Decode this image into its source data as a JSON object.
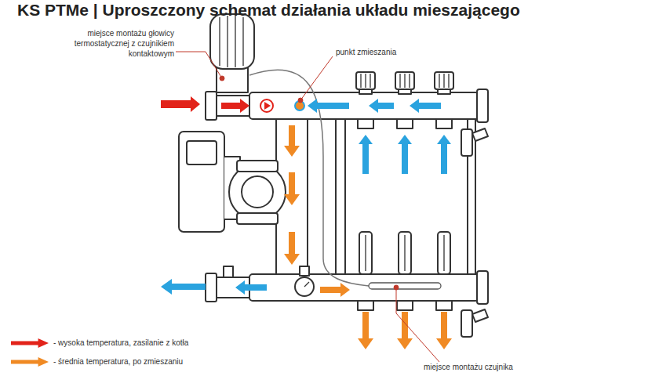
{
  "diagram": {
    "title": "KS PTMe | Uproszczony schemat działania układu mieszającego",
    "labels": [
      "miejsce montażu głowicy termostatycznej z czujnikiem kontaktowym",
      "punkt zmieszania",
      "miejsce montażu czujnika"
    ],
    "legend": [
      {
        "text": "- wysoka temperatura, zasilanie z kotła",
        "color": "#e2231a"
      },
      {
        "text": "- średnia temperatura, po zmieszaniu",
        "color": "#f08a24"
      }
    ]
  }
}
